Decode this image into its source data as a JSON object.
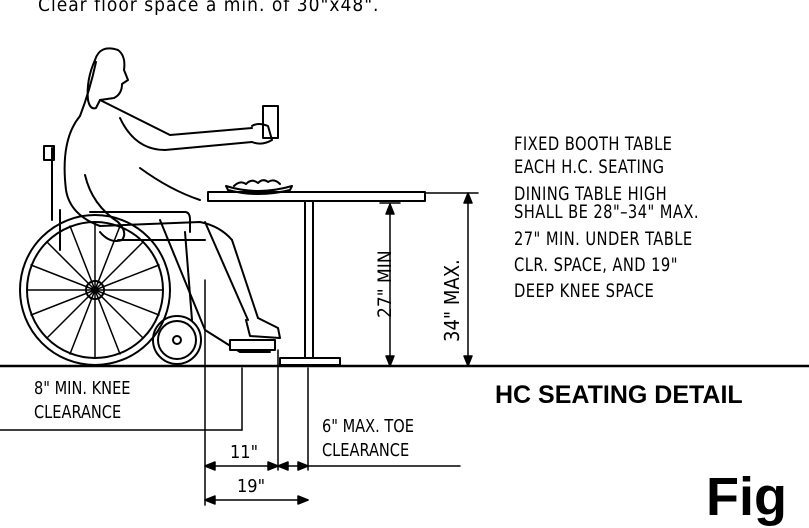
{
  "top_note": "Clear floor space a min. of 30\"x48\".",
  "notes": [
    "FIXED BOOTH TABLE",
    "EACH H.C. SEATING",
    "DINING TABLE HIGH",
    "SHALL BE 28\"–34\" MAX.",
    "27\" MIN. UNDER TABLE",
    "CLR. SPACE, AND 19\"",
    "DEEP KNEE SPACE"
  ],
  "dims": {
    "min_27": "27\" MIN",
    "max_34": "34\" MAX.",
    "knee_line1": "8\" MIN. KNEE",
    "knee_line2": "CLEARANCE",
    "toe_line1": "6\" MAX. TOE",
    "toe_line2": "CLEARANCE",
    "d11": "11\"",
    "d19": "19\""
  },
  "caption": "HC SEATING DETAIL",
  "figure_label": "Fig"
}
